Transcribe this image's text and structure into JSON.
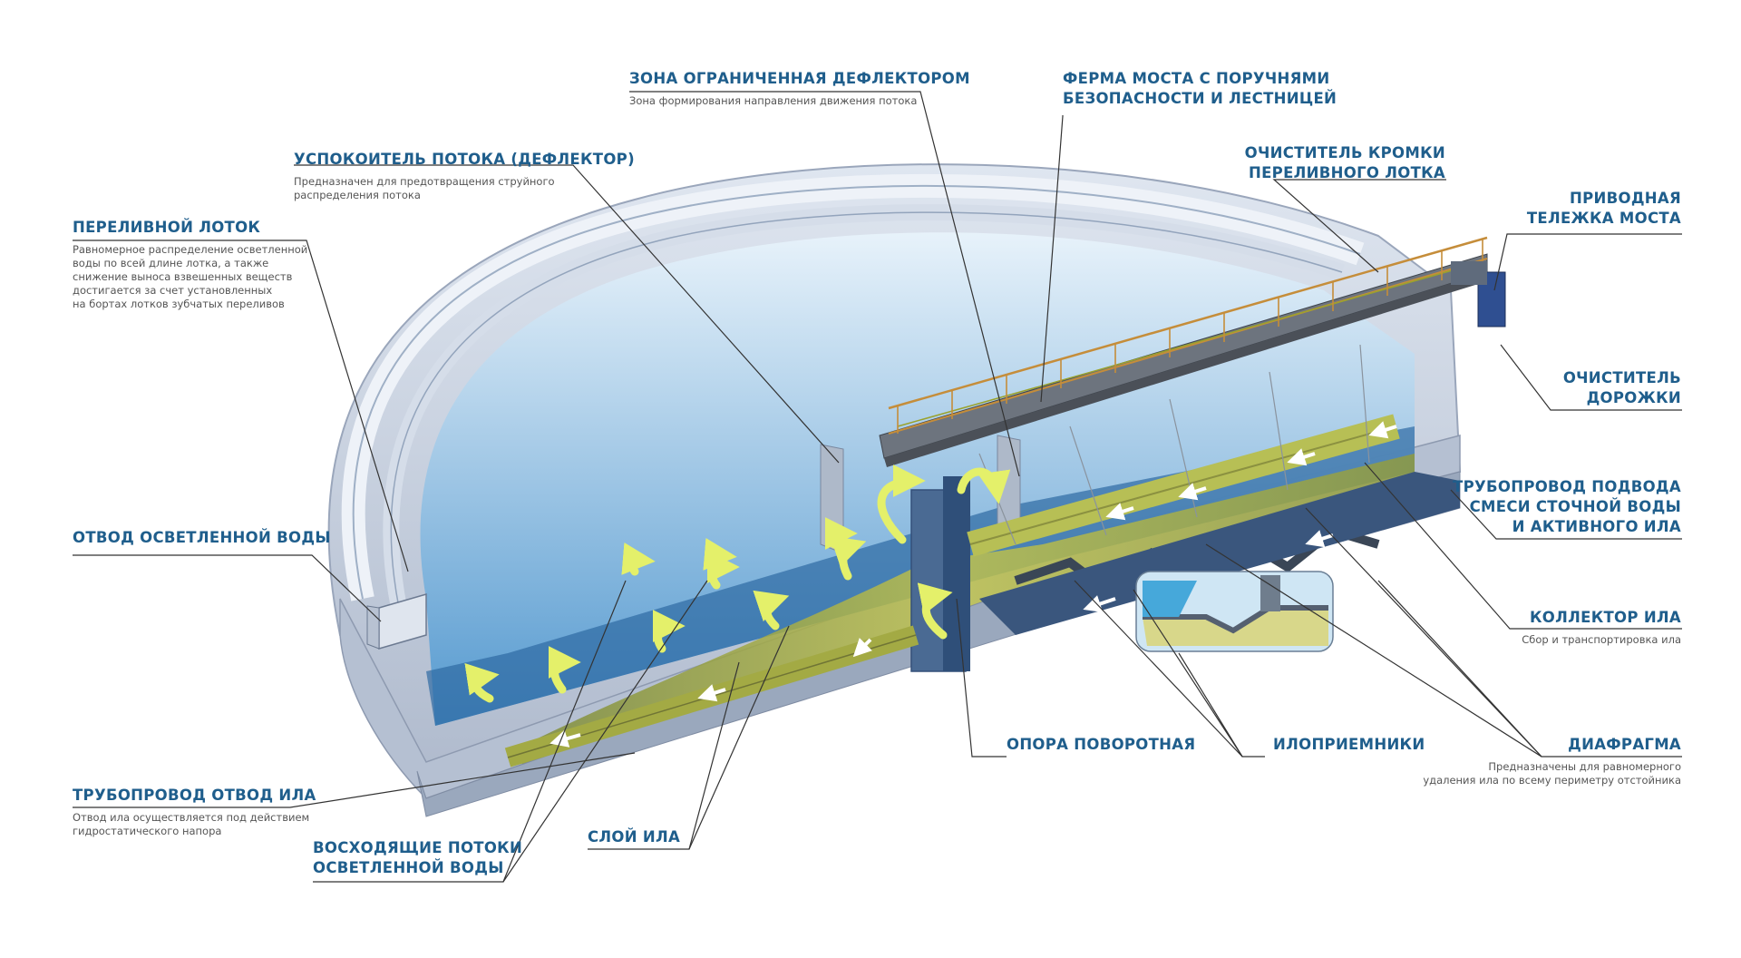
{
  "labels": {
    "zona": {
      "title": "ЗОНА ОГРАНИЧЕННАЯ ДЕФЛЕКТОРОМ",
      "desc": "Зона формирования направления движения потока"
    },
    "ferma": {
      "title1": "ФЕРМА МОСТА С ПОРУЧНЯМИ",
      "title2": "БЕЗОПАСНОСТИ И ЛЕСТНИЦЕЙ"
    },
    "uspokoitel": {
      "title": "УСПОКОИТЕЛЬ ПОТОКА (ДЕФЛЕКТОР)",
      "desc1": "Предназначен для предотвращения струйного",
      "desc2": "распределения потока"
    },
    "ochistitel_kromki": {
      "title1": "ОЧИСТИТЕЛЬ КРОМКИ",
      "title2": "ПЕРЕЛИВНОГО ЛОТКА"
    },
    "privodnaya": {
      "title1": "ПРИВОДНАЯ",
      "title2": "ТЕЛЕЖКА МОСТА"
    },
    "perelivnoy": {
      "title": "ПЕРЕЛИВНОЙ ЛОТОК",
      "desc1": "Равномерное распределение осветленной",
      "desc2": "воды по всей длине лотка, а также",
      "desc3": "снижение выноса взвешенных веществ",
      "desc4": "достигается за счет установленных",
      "desc5": "на бортах лотков зубчатых переливов"
    },
    "ochistitel_dorozhki": {
      "title1": "ОЧИСТИТЕЛЬ",
      "title2": "ДОРОЖКИ"
    },
    "truboprovod_podvoda": {
      "title1": "ТРУБОПРОВОД ПОДВОДА",
      "title2": "СМЕСИ СТОЧНОЙ ВОДЫ",
      "title3": "И АКТИВНОГО ИЛА"
    },
    "otvod_vody": {
      "title": "ОТВОД ОСВЕТЛЕННОЙ ВОДЫ"
    },
    "kollektor": {
      "title": "КОЛЛЕКТОР ИЛА",
      "desc": "Сбор и транспортировка ила"
    },
    "opora": {
      "title": "ОПОРА ПОВОРОТНАЯ"
    },
    "ilopriemniki": {
      "title": "ИЛОПРИЕМНИКИ"
    },
    "diafragma": {
      "title": "ДИАФРАГМА",
      "desc1": "Предназначены для равномерного",
      "desc2": "удаления ила по всему периметру отстойника"
    },
    "truboprovod_otvod": {
      "title": "ТРУБОПРОВОД ОТВОД ИЛА",
      "desc1": "Отвод ила осуществляется под действием",
      "desc2": "гидростатического напора"
    },
    "voshodyashie": {
      "title1": "ВОСХОДЯЩИЕ ПОТОКИ",
      "title2": "ОСВЕТЛЕННОЙ ВОДЫ"
    },
    "sloy": {
      "title": "СЛОЙ ИЛА"
    }
  },
  "colors": {
    "label": "#1f5e8c",
    "concrete": "#c9d3e2",
    "water": "#5aa6d6",
    "sludge": "#c9c85a",
    "arrow": "#e4f06a",
    "leader": "#333333"
  }
}
